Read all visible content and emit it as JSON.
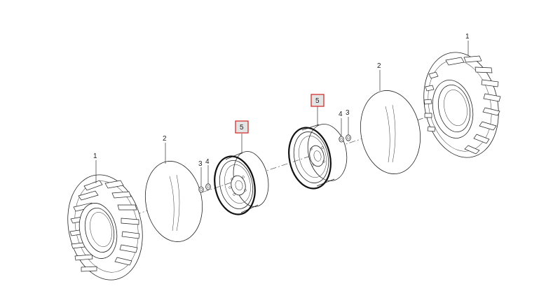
{
  "callouts": {
    "tire_left": "1",
    "tire_right": "1",
    "tube_left": "2",
    "tube_right": "2",
    "nut_left": "3",
    "nut_right": "3",
    "washer_left": "4",
    "washer_right": "4",
    "rim_left": "5",
    "rim_right": "5"
  },
  "colors": {
    "line": "#222222",
    "highlight_fill": "#e4e4e4",
    "highlight_border": "#d02020"
  }
}
